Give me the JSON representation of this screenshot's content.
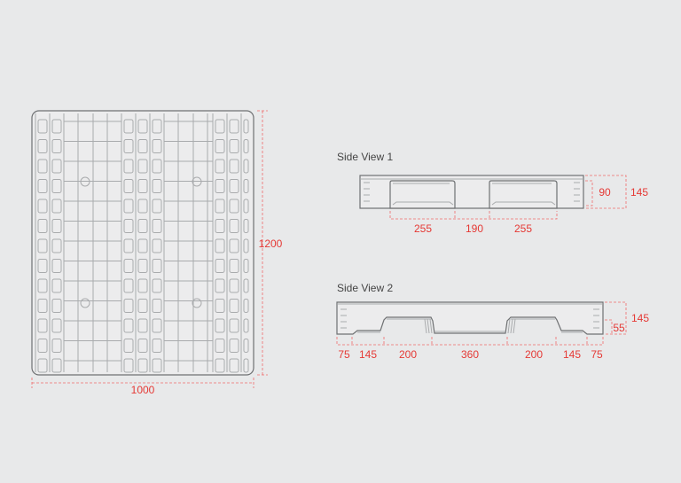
{
  "top_view": {
    "width_label": "1000",
    "length_label": "1200"
  },
  "side_view_1": {
    "title": "Side View 1",
    "dims_bottom": [
      "255",
      "190",
      "255"
    ],
    "dim_inner_height": "90",
    "dim_total_height": "145"
  },
  "side_view_2": {
    "title": "Side View 2",
    "dims_bottom": [
      "75",
      "145",
      "200",
      "360",
      "200",
      "145",
      "75"
    ],
    "dim_inner_height": "55",
    "dim_total_height": "145"
  },
  "colors": {
    "background": "#e8e9ea",
    "dimension": "#e53935",
    "outline": "#6f7173"
  }
}
